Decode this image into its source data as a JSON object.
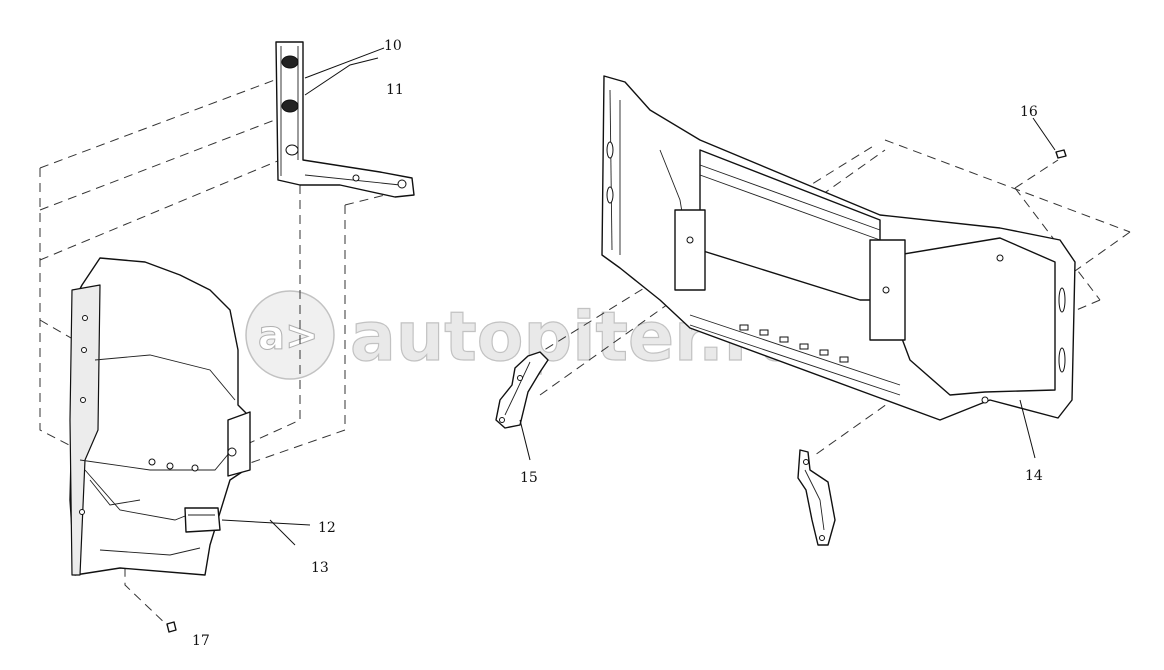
{
  "watermark": {
    "logo_text": "autopiter.ru",
    "logo_glyph": "a>"
  },
  "callouts": {
    "p10": "10",
    "p11": "11",
    "p12": "12",
    "p13": "13",
    "p14": "14",
    "p15": "15",
    "p16": "16",
    "p17": "17"
  },
  "colors": {
    "line": "#111111",
    "background": "#ffffff",
    "watermark": "#b8b8b8"
  }
}
